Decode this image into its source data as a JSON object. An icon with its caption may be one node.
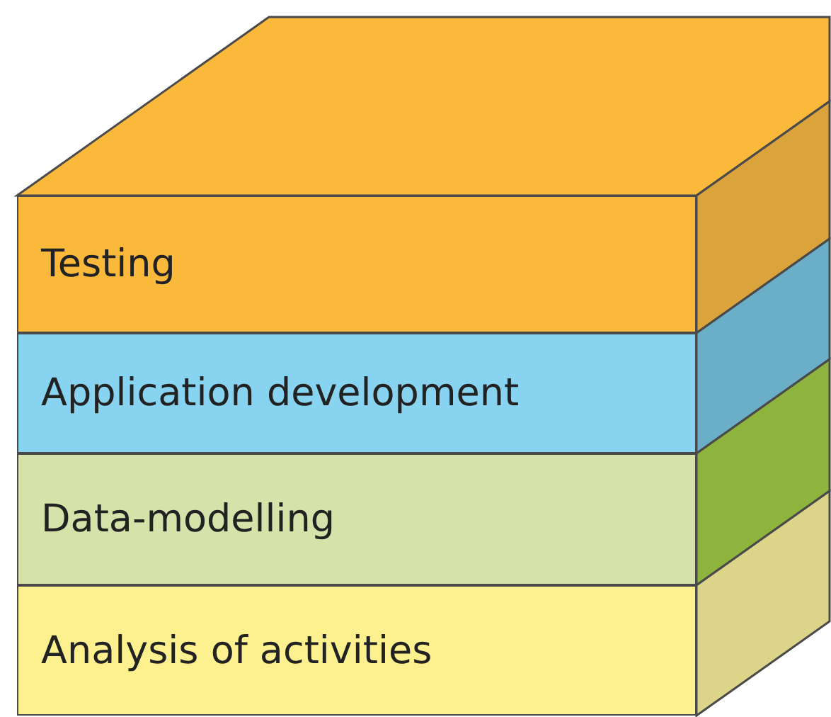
{
  "diagram": {
    "nodes": [
      {
        "text": [
          "Testing"
        ]
      },
      {
        "text": [
          "Application development"
        ]
      },
      {
        "text": [
          "Data-modelling"
        ]
      },
      {
        "text": [
          "Analysis of activities"
        ]
      }
    ]
  }
}
